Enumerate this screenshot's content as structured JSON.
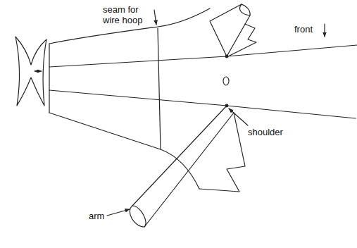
{
  "diagram": {
    "labels": [
      "seam for wire hoop",
      "front",
      "shoulder",
      "arm"
    ]
  }
}
